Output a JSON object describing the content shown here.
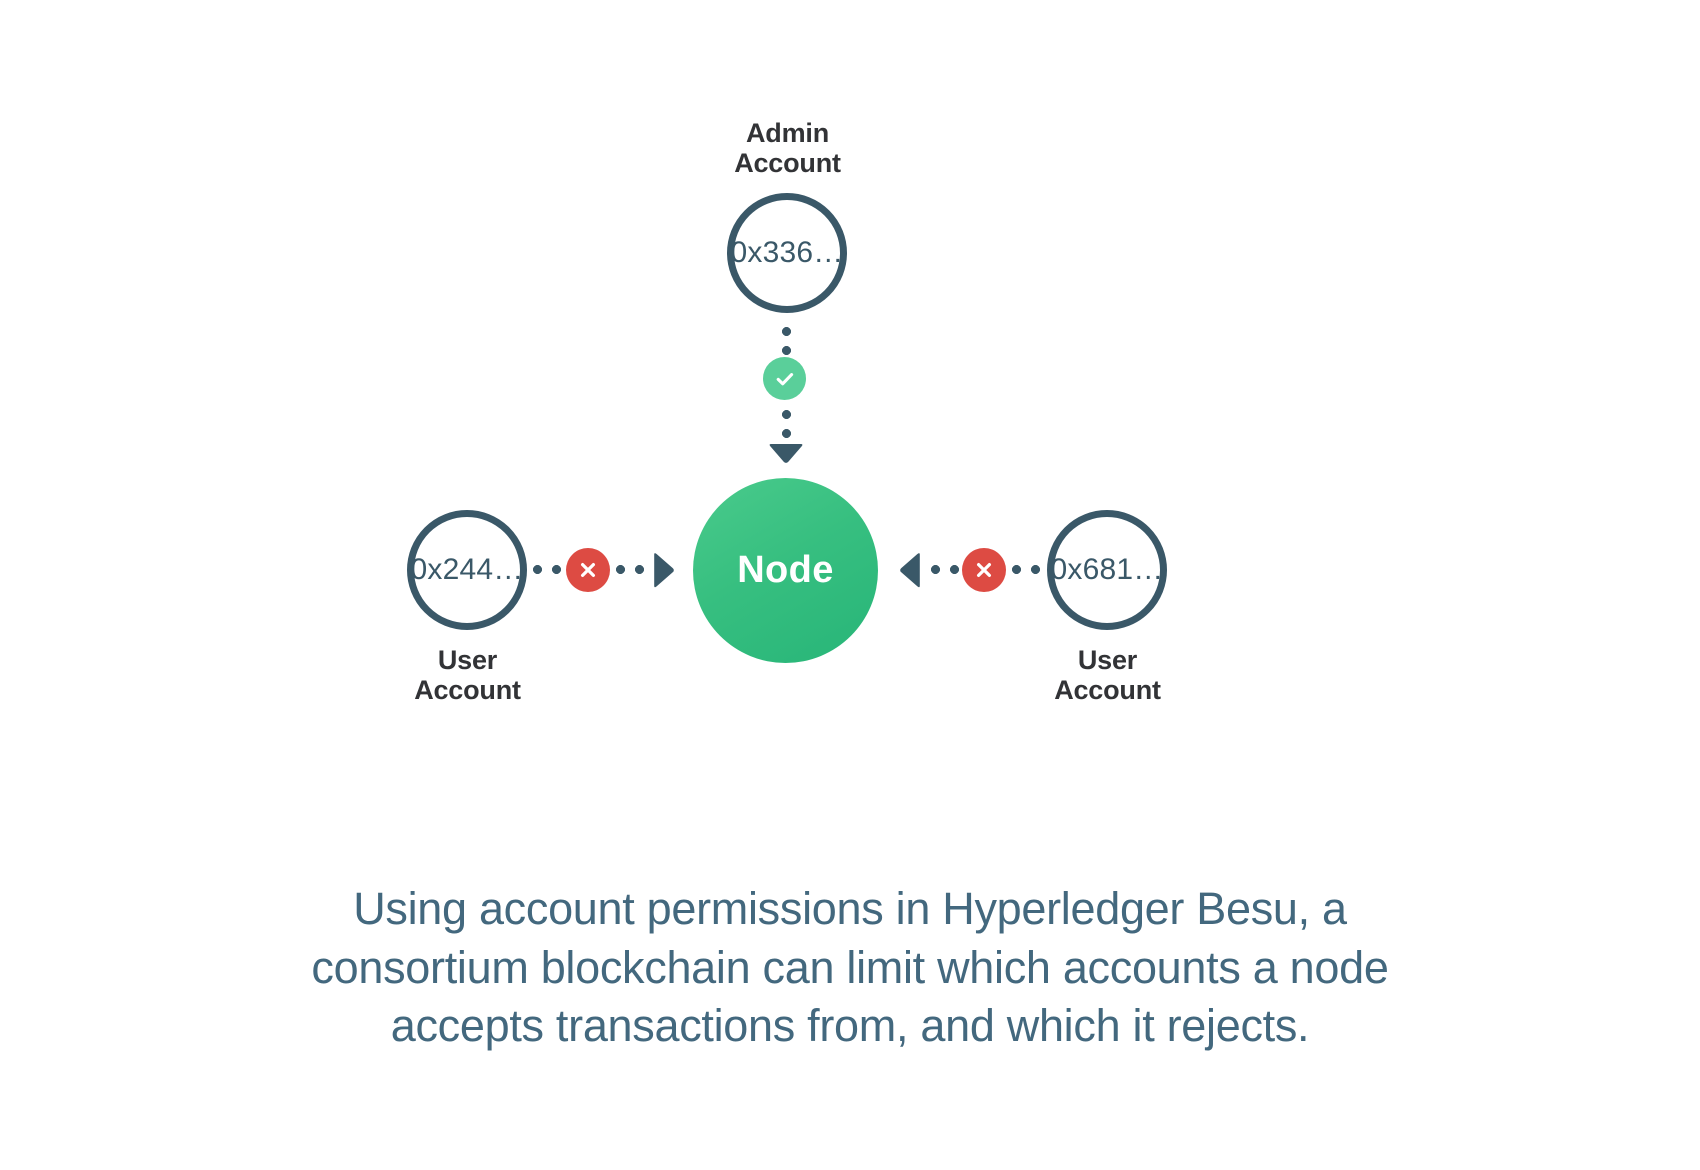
{
  "diagram": {
    "title": "Account permissions in Hyperledger Besu",
    "colors": {
      "node_green_light": "#4ACB8C",
      "node_green_dark": "#27B578",
      "allow_badge_green": "#5ACF9A",
      "deny_badge_red": "#DD4B43",
      "outline_slate": "#3A5868",
      "label_charcoal": "#323336",
      "caption_slate": "#43687E",
      "background": "#FFFFFF"
    },
    "center": {
      "label": "Node",
      "name": "node"
    },
    "accounts": [
      {
        "id": "admin",
        "label": "Admin\nAccount",
        "address": "0x336…",
        "label_position": "above",
        "connection": {
          "status": "allowed",
          "badge_icon": "check-icon",
          "direction": "to-node",
          "orientation": "vertical"
        }
      },
      {
        "id": "user-left",
        "label": "User\nAccount",
        "address": "0x244…",
        "label_position": "below",
        "connection": {
          "status": "rejected",
          "badge_icon": "x-icon",
          "direction": "to-node",
          "orientation": "horizontal"
        }
      },
      {
        "id": "user-right",
        "label": "User\nAccount",
        "address": "0x681…",
        "label_position": "below",
        "connection": {
          "status": "rejected",
          "badge_icon": "x-icon",
          "direction": "to-node",
          "orientation": "horizontal"
        }
      }
    ],
    "caption": "Using account permissions in Hyperledger Besu, a consortium blockchain can limit which accounts a node accepts transactions from, and which it rejects."
  }
}
